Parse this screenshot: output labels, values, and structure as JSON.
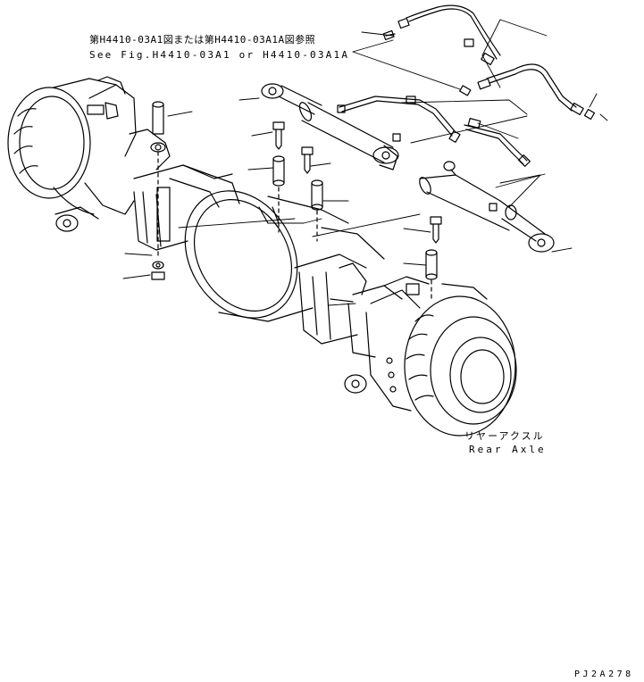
{
  "reference_note": {
    "japanese": "第H4410-03A1図または第H4410-03A1A図参照",
    "english": "See Fig.H4410-03A1 or H4410-03A1A"
  },
  "assembly_label": {
    "japanese": "リヤーアクスル",
    "english": "Rear Axle"
  },
  "drawing_code": "PJ2A278",
  "colors": {
    "line": "#000000",
    "background": "#ffffff"
  }
}
